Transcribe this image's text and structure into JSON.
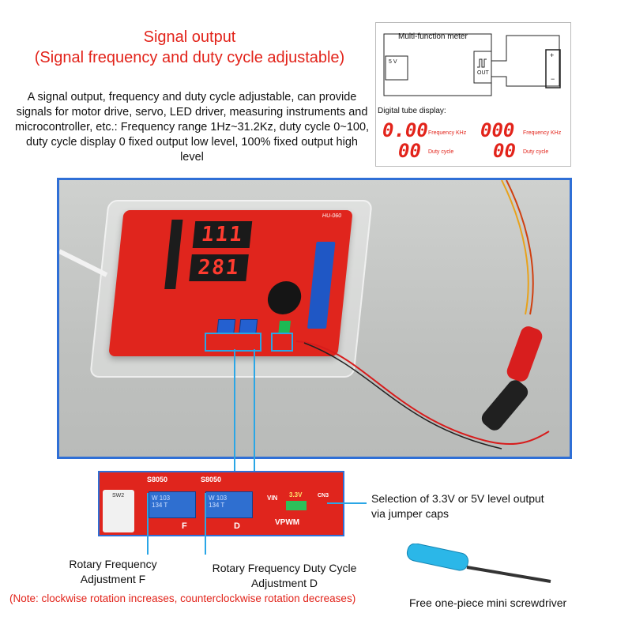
{
  "header": {
    "title_line1": "Signal output",
    "title_line2": "(Signal frequency and duty cycle adjustable)",
    "description": "A signal output, frequency and duty cycle adjustable, can provide signals for motor drive, servo, LED driver, measuring instruments and microcontroller, etc.: Frequency range 1Hz~31.2Kz, duty cycle 0~100, duty cycle display 0 fixed output low level, 100% fixed output high level"
  },
  "diagram": {
    "meter_label": "Multi-function meter",
    "voltage_label": "5 V",
    "out_label": "OUT",
    "plus_sign": "+",
    "minus_sign": "−",
    "tube_label": "Digital tube display:",
    "freq_value_a": "0.00",
    "freq_value_b": "000",
    "freq_unit_a": "Frequency KHz",
    "freq_unit_b": "Frequency KHz",
    "duty_value_a": "00",
    "duty_value_b": "00",
    "duty_unit_a": "Duty cycle",
    "duty_unit_b": "Duty cycle"
  },
  "photo": {
    "display_top": "111",
    "display_bottom": "281",
    "board_label": "HU-060"
  },
  "zoom": {
    "label_s8050_a": "S8050",
    "label_s8050_b": "S8050",
    "label_sw2": "SW2",
    "pot_a_text": "W 103",
    "pot_a_code": "134 T",
    "pot_b_text": "W 103",
    "pot_b_code": "134 T",
    "letter_f": "F",
    "letter_d": "D",
    "vin": "VIN",
    "v33": "3.3V",
    "cn3": "CN3",
    "vpwm": "VPWM"
  },
  "callouts": {
    "jumper_line1": "Selection of 3.3V or 5V level output",
    "jumper_line2": "via jumper caps",
    "freq_adj_line1": "Rotary Frequency",
    "freq_adj_line2": "Adjustment F",
    "duty_adj_line1": "Rotary Frequency Duty Cycle",
    "duty_adj_line2": "Adjustment D",
    "note": "(Note: clockwise rotation increases, counterclockwise rotation decreases)",
    "screwdriver": "Free one-piece mini screwdriver"
  },
  "colors": {
    "accent_red": "#e2231a",
    "highlight_blue": "#2aa6e6",
    "frame_blue": "#2f6fd6"
  }
}
